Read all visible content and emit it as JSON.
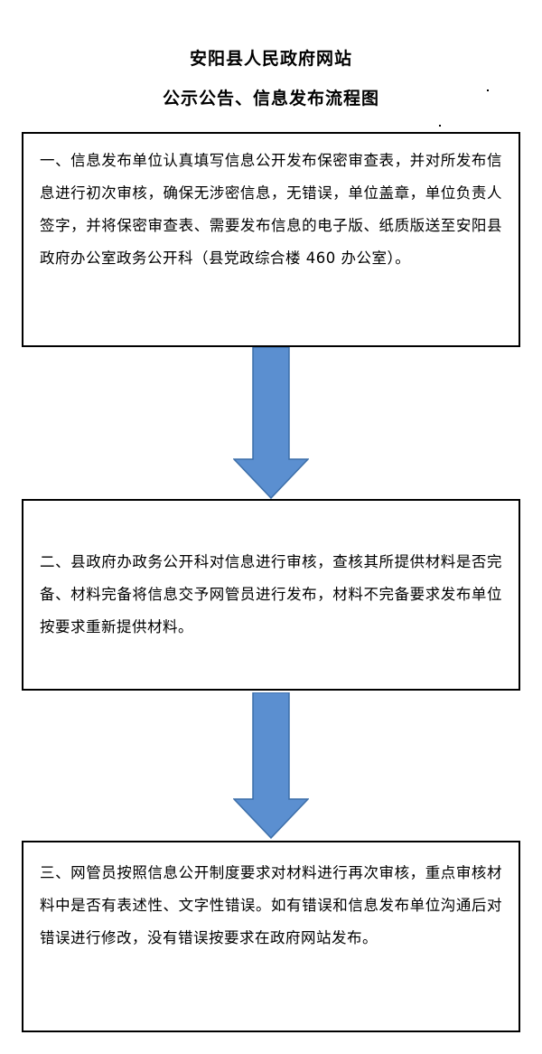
{
  "header": {
    "title_line1": "安阳县人民政府网站",
    "title_line2": "公示公告、信息发布流程图"
  },
  "steps": [
    {
      "text": "一、信息发布单位认真填写信息公开发布保密审查表，并对所发布信息进行初次审核，确保无涉密信息，无错误，单位盖章，单位负责人签字，并将保密审查表、需要发布信息的电子版、纸质版送至安阳县政府办公室政务公开科（县党政综合楼 460 办公室）。"
    },
    {
      "text": "二、县政府办政务公开科对信息进行审核，查核其所提供材料是否完备、材料完备将信息交予网管员进行发布，材料不完备要求发布单位按要求重新提供材料。"
    },
    {
      "text": "三、网管员按照信息公开制度要求对材料进行再次审核，重点审核材料中是否有表述性、文字性错误。如有错误和信息发布单位沟通后对错误进行修改，没有错误按要求在政府网站发布。"
    }
  ],
  "colors": {
    "arrow_fill": "#5B8FD0",
    "arrow_stroke": "#3C6EA8",
    "border": "#000000"
  }
}
